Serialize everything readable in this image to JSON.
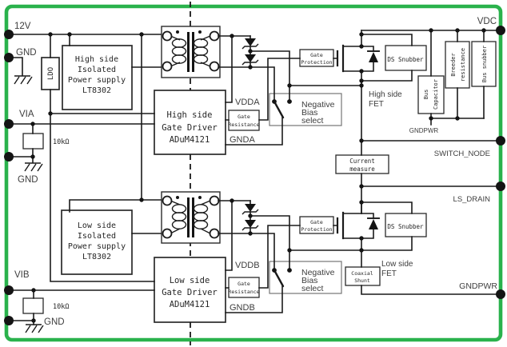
{
  "colors": {
    "border_green": "#2ab24c",
    "wire": "#1a1a1a"
  },
  "labels": {
    "v12": "12V",
    "gnd_top": "GND",
    "via": "VIA",
    "gnd_mid": "GND",
    "vib": "VIB",
    "gnd_bot": "GND",
    "r10k": "10kΩ",
    "ldo": "LDO",
    "hs_ps": [
      "High side",
      "Isolated",
      "Power supply",
      "LT8302"
    ],
    "ls_ps": [
      "Low side",
      "Isolated",
      "Power supply",
      "LT8302"
    ],
    "hs_drv": [
      "High side",
      "Gate Driver",
      "ADuM4121"
    ],
    "ls_drv": [
      "Low side",
      "Gate Driver",
      "ADuM4121"
    ],
    "vdda": "VDDA",
    "gnda": "GNDA",
    "vddb": "VDDB",
    "gndb": "GNDB",
    "gate_res": [
      "Gate",
      "Resistance"
    ],
    "gate_prot": [
      "Gate",
      "Protection"
    ],
    "ds_snubber": "DS Snubber",
    "neg_bias": [
      "Negative",
      "Bias",
      "select"
    ],
    "hs_fet": [
      "High side",
      "FET"
    ],
    "ls_fet": [
      "Low side",
      "FET"
    ],
    "current": [
      "Current",
      "measure"
    ],
    "coax": [
      "Coaxial",
      "Shunt"
    ],
    "bus_cap": [
      "Bus",
      "Capacitor"
    ],
    "breeder": [
      "Breeder",
      "resistance"
    ],
    "bus_snubber": "Bus snubber",
    "vdc": "VDC",
    "switch_node": "SWITCH_NODE",
    "ls_drain": "LS_DRAIN",
    "gndpwr": "GNDPWR"
  }
}
